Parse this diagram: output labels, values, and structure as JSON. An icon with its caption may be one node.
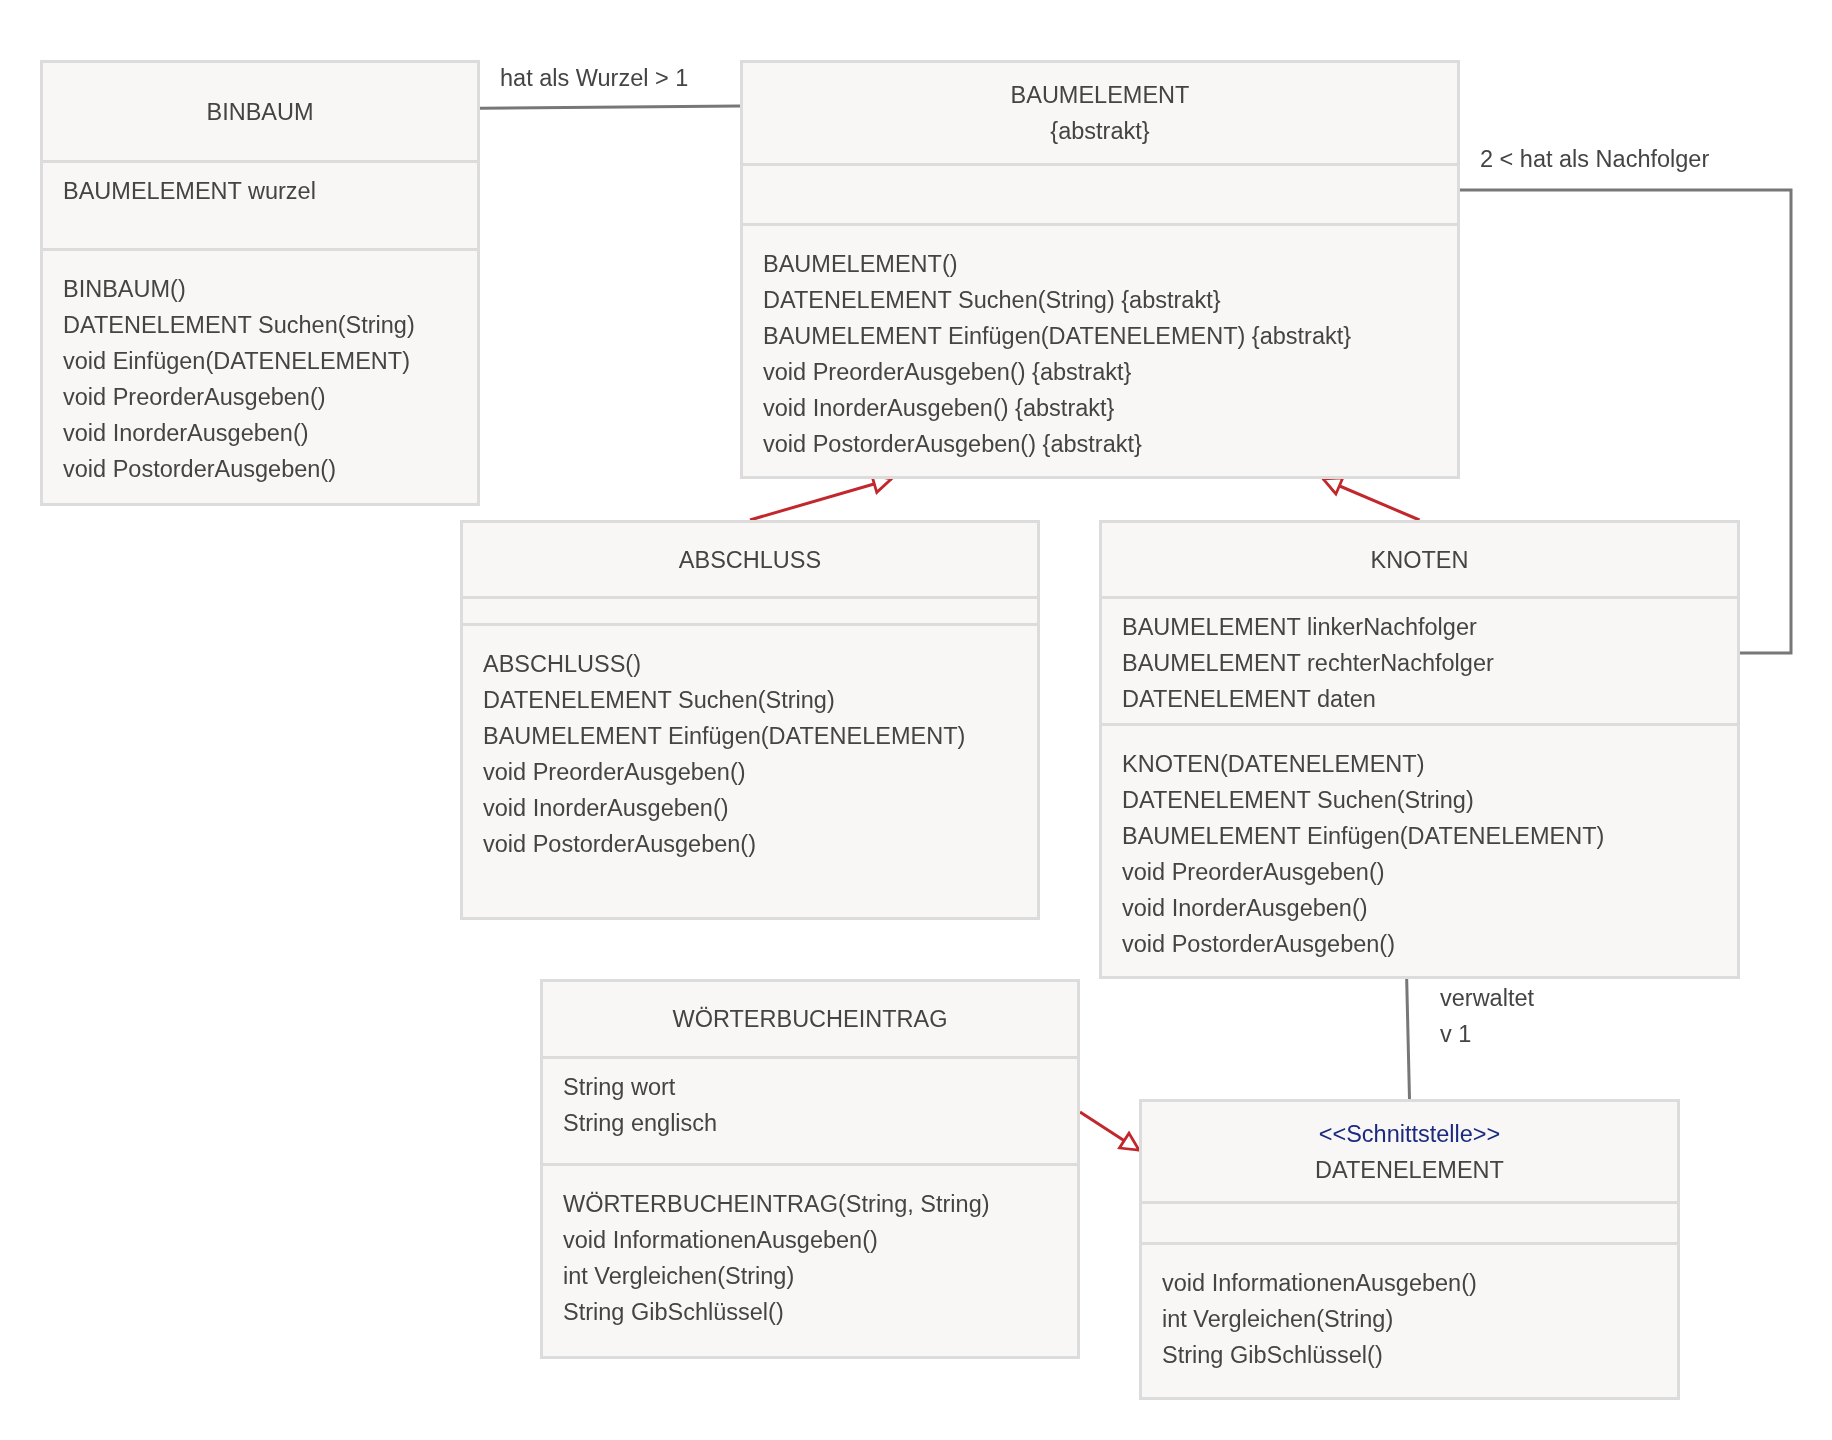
{
  "diagram": {
    "nodes": [
      {
        "text": [
          "BINBAUM",
          "BAUMELEMENT wurzel",
          "BINBAUM()",
          "DATENELEMENT Suchen(String)",
          "void Einfügen(DATENELEMENT)",
          "void PreorderAusgeben()",
          "void InorderAusgeben()",
          "void PostorderAusgeben()"
        ]
      },
      {
        "text": [
          "BAUMELEMENT",
          "{abstrakt}",
          "BAUMELEMENT()",
          "DATENELEMENT Suchen(String) {abstrakt}",
          "BAUMELEMENT Einfügen(DATENELEMENT) {abstrakt}",
          "void PreorderAusgeben() {abstrakt}",
          "void InorderAusgeben() {abstrakt}",
          "void PostorderAusgeben() {abstrakt}"
        ]
      },
      {
        "text": [
          "ABSCHLUSS",
          "ABSCHLUSS()",
          "DATENELEMENT Suchen(String)",
          "BAUMELEMENT Einfügen(DATENELEMENT)",
          "void PreorderAusgeben()",
          "void InorderAusgeben()",
          "void PostorderAusgeben()"
        ]
      },
      {
        "text": [
          "KNOTEN",
          "BAUMELEMENT linkerNachfolger",
          "BAUMELEMENT rechterNachfolger",
          "DATENELEMENT daten",
          "KNOTEN(DATENELEMENT)",
          "DATENELEMENT Suchen(String)",
          "BAUMELEMENT Einfügen(DATENELEMENT)",
          "void PreorderAusgeben()",
          "void InorderAusgeben()",
          "void PostorderAusgeben()"
        ]
      },
      {
        "text": [
          "WÖRTERBUCHEINTRAG",
          "String wort",
          "String englisch",
          "WÖRTERBUCHEINTRAG(String, String)",
          "void InformationenAusgeben()",
          "int Vergleichen(String)",
          "String GibSchlüssel()"
        ]
      },
      {
        "text": [
          "<<Schnittstelle>>",
          "DATENELEMENT",
          "void InformationenAusgeben()",
          "int Vergleichen(String)",
          "String GibSchlüssel()"
        ]
      }
    ],
    "edges": [
      {
        "from": 0,
        "to": 1,
        "arrow": "none",
        "label": "hat als Wurzel > 1"
      },
      {
        "from": 2,
        "to": 1,
        "arrow": "to",
        "color": "#c1272d"
      },
      {
        "from": 3,
        "to": 1,
        "arrow": "to",
        "color": "#c1272d"
      },
      {
        "from": 1,
        "to": 3,
        "arrow": "none",
        "label": "2 < hat als Nachfolger"
      },
      {
        "from": 3,
        "to": 5,
        "arrow": "none",
        "label": "verwaltet v 1"
      },
      {
        "from": 4,
        "to": 5,
        "arrow": "to",
        "color": "#c1272d"
      }
    ]
  }
}
